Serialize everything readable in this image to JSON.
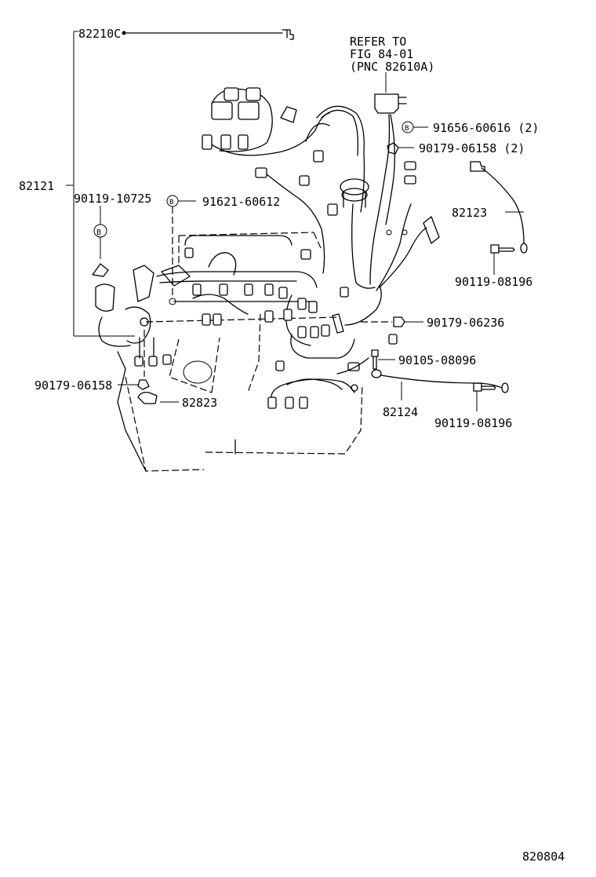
{
  "labels": {
    "p82210c": "82210C",
    "p82121": "82121",
    "p90119_10725": "90119-10725",
    "p91621_60612": "91621-60612",
    "refer_l1": "REFER TO",
    "refer_l2": "FIG 84-01",
    "refer_l3": "(PNC 82610A)",
    "p91656_60616": "91656-60616 (2)",
    "p90179_06158_2": "90179-06158 (2)",
    "p82123": "82123",
    "p90119_08196_a": "90119-08196",
    "p90179_06236": "90179-06236",
    "p90105_08096": "90105-08096",
    "p82124": "82124",
    "p90119_08196_b": "90119-08196",
    "p90179_06158": "90179-06158",
    "p82823": "82823",
    "diagram_no": "820804"
  },
  "badges": {
    "b_marker": "B"
  }
}
